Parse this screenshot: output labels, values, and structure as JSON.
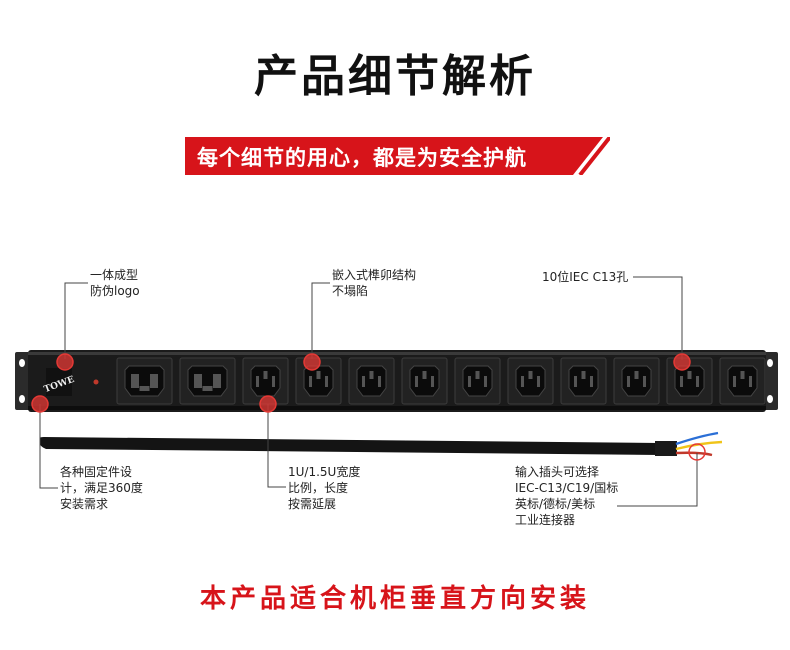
{
  "title": "产品细节解析",
  "banner": {
    "text": "每个细节的用心，都是为安全护航",
    "color": "#d7141a"
  },
  "pdu": {
    "brand_logo": "TOWE",
    "outlets": [
      "IEC C19",
      "IEC C19",
      "IEC C13",
      "IEC C13",
      "IEC C13",
      "IEC C13",
      "IEC C13",
      "IEC C13",
      "IEC C13",
      "IEC C13",
      "IEC C13",
      "IEC C13"
    ],
    "cable_wire_colors": [
      "#2b6fd6",
      "#f0c419",
      "#c0392b"
    ]
  },
  "callouts": {
    "logo": {
      "lines": [
        "一体成型",
        "防伪logo"
      ]
    },
    "embedded": {
      "lines": [
        "嵌入式榫卯结构",
        "不塌陷"
      ]
    },
    "c13": {
      "lines": [
        "10位IEC C13孔"
      ]
    },
    "fixing": {
      "lines": [
        "各种固定件设",
        "计，满足360度",
        "安装需求"
      ]
    },
    "width": {
      "lines": [
        "1U/1.5U宽度",
        "比例，长度",
        "按需延展"
      ]
    },
    "plug": {
      "lines": [
        "输入插头可选择",
        "IEC-C13/C19/国标",
        "英标/德标/美标",
        "工业连接器"
      ]
    }
  },
  "footer": "本产品适合机柜垂直方向安装",
  "accent_color": "#d7141a"
}
